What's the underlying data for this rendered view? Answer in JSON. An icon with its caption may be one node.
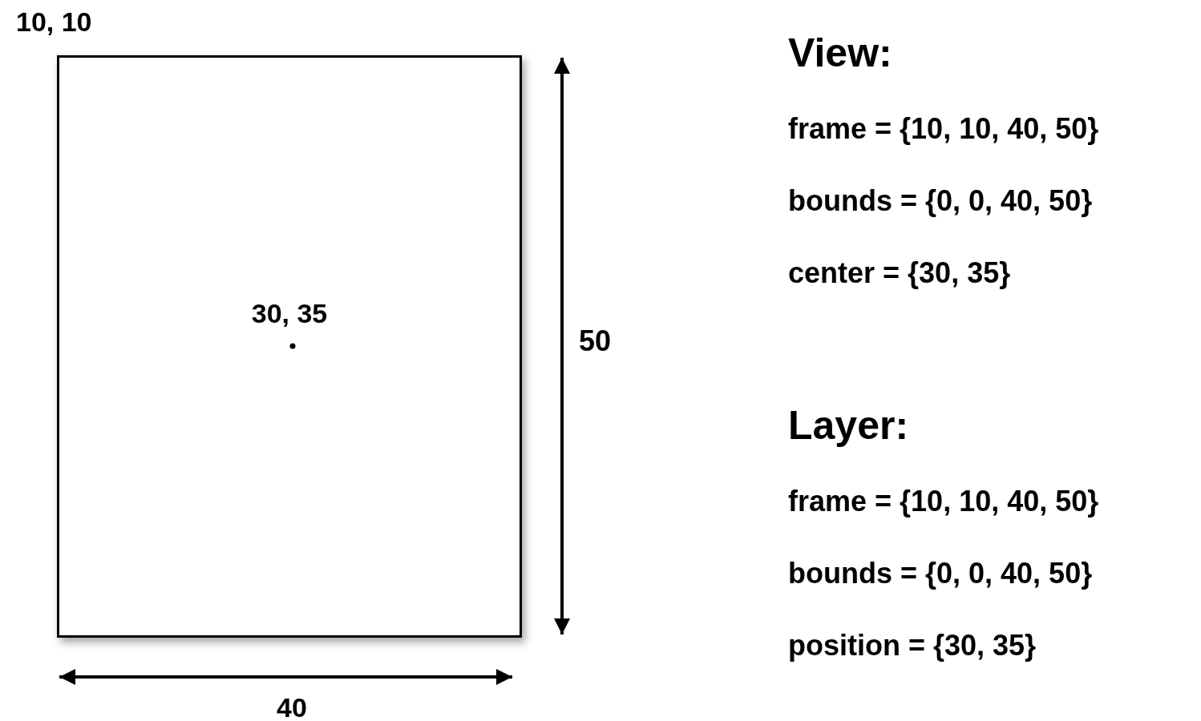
{
  "diagram": {
    "nodes": [
      {
        "text": [
          "30, 35"
        ]
      }
    ],
    "labels": [
      "10, 10",
      "View:",
      "frame = {10, 10, 40, 50}",
      "bounds = {0, 0, 40, 50}",
      "center = {30, 35}",
      "50",
      "Layer:",
      "frame = {10, 10, 40, 50}",
      "bounds = {0, 0, 40, 50}",
      "position = {30, 35}",
      "40"
    ]
  }
}
